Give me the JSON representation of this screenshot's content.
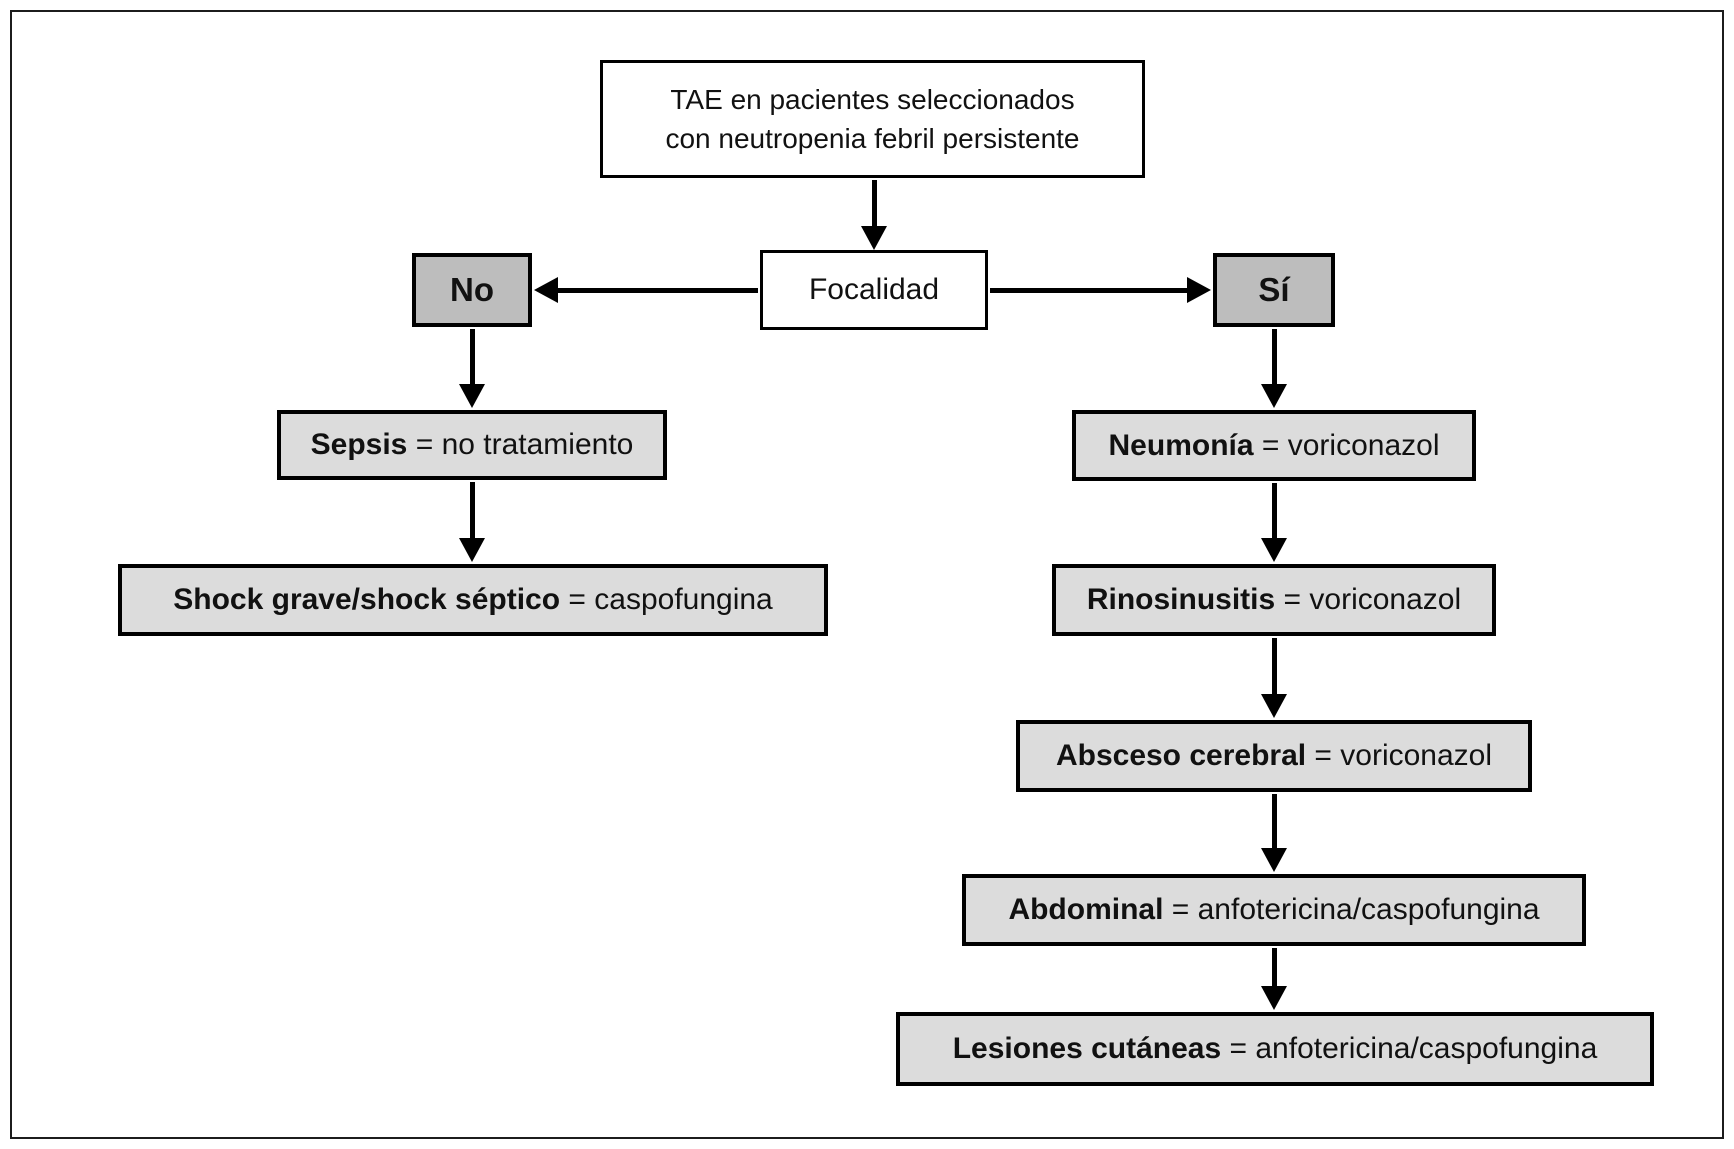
{
  "diagram": {
    "root": {
      "line1": "TAE en pacientes seleccionados",
      "line2": "con neutropenia febril persistente"
    },
    "decision": {
      "label": "Focalidad"
    },
    "branches": {
      "no": {
        "label": "No"
      },
      "yes": {
        "label": "Sí"
      }
    },
    "left_nodes": [
      {
        "bold": "Sepsis",
        "rest": " = no tratamiento"
      },
      {
        "bold": "Shock grave/shock séptico",
        "rest": " = caspofungina"
      }
    ],
    "right_nodes": [
      {
        "bold": "Neumonía",
        "rest": " = voriconazol"
      },
      {
        "bold": "Rinosinusitis",
        "rest": " = voriconazol"
      },
      {
        "bold": "Absceso cerebral",
        "rest": " = voriconazol"
      },
      {
        "bold": "Abdominal",
        "rest": " = anfotericina/caspofungina"
      },
      {
        "bold": "Lesiones cutáneas",
        "rest": " = anfotericina/caspofungina"
      }
    ],
    "colors": {
      "background": "#ffffff",
      "frame_border": "#1c1c1c",
      "node_border": "#000000",
      "node_fill_light": "#dcdcdc",
      "node_fill_dark": "#bdbdbd",
      "node_fill_white": "#ffffff",
      "text": "#111111",
      "arrow": "#000000"
    }
  }
}
